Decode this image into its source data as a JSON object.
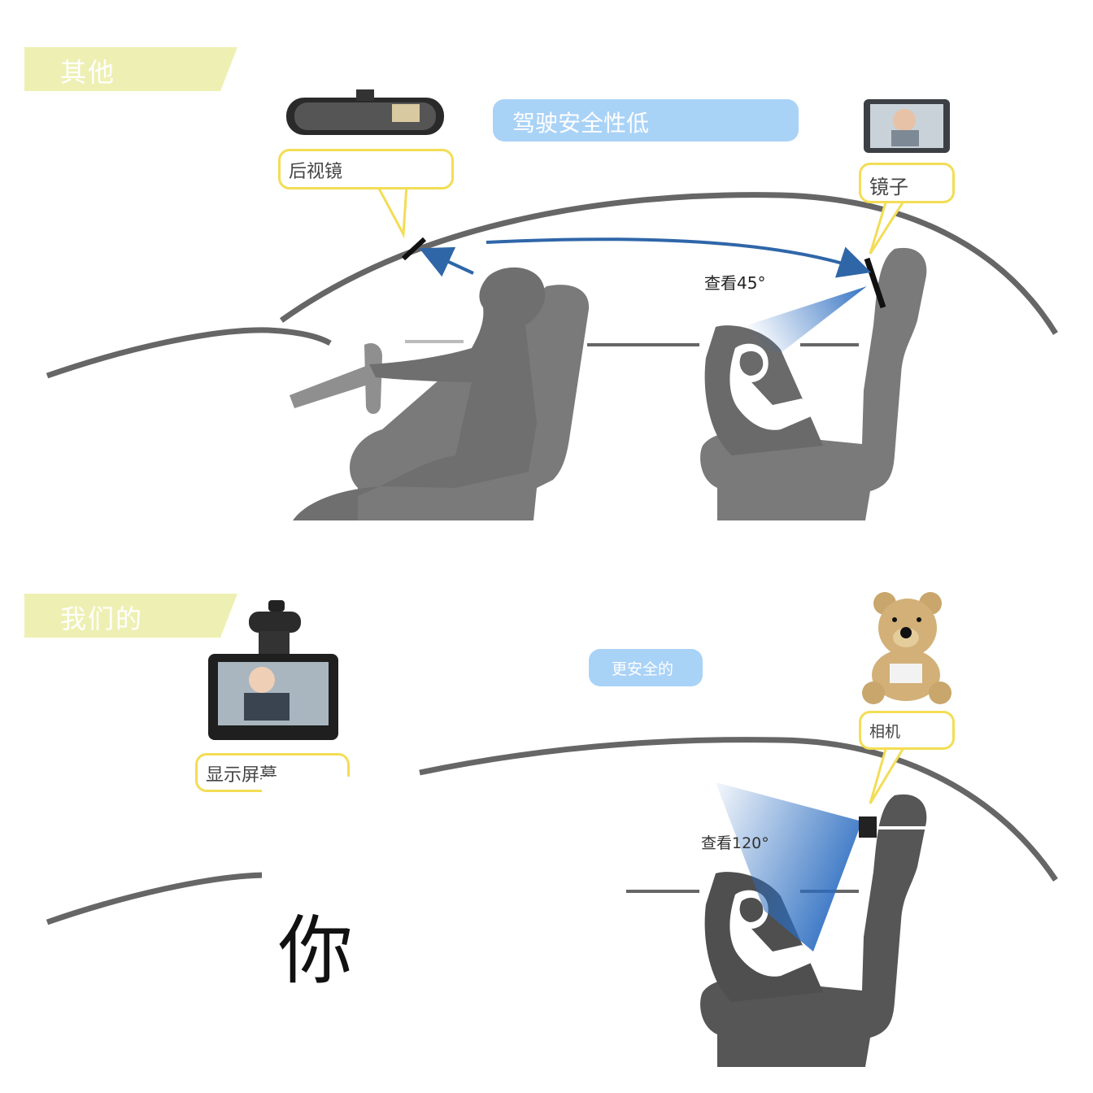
{
  "top_section": {
    "tag": "其他",
    "safety_note": "驾驶安全性低",
    "rearview_label": "后视镜",
    "mirror_label": "镜子",
    "view_angle": "查看45°"
  },
  "bottom_section": {
    "tag": "我们的",
    "safety_note": "更安全的",
    "screen_label": "显示屏幕",
    "camera_label": "相机",
    "view_angle": "查看120°",
    "overlay_text": "你"
  },
  "colors": {
    "panel_border": "#f1e48a",
    "tag_fill": "#eef0b3",
    "pill_fill": "#a9d2f7",
    "bubble_border": "#f3dd55",
    "silhouette": "#7a7a7a",
    "arrow": "#2f66a8",
    "view_cone": "#3e7fc6"
  }
}
